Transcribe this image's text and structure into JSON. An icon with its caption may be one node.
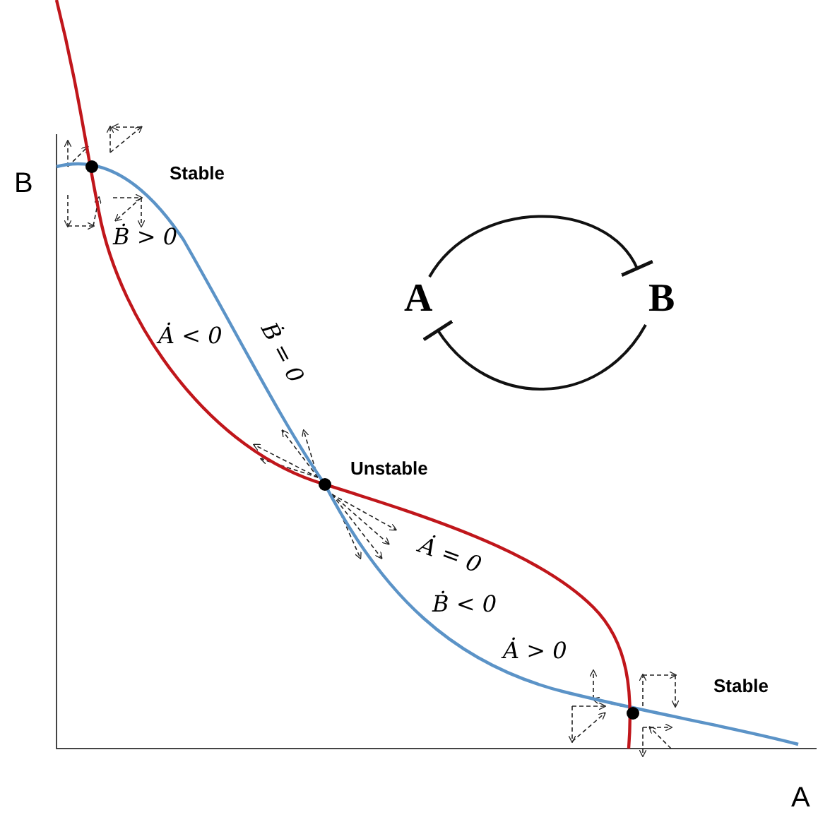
{
  "diagram": {
    "nodes": [
      {
        "text": [
          "A"
        ]
      },
      {
        "text": [
          "B"
        ]
      }
    ],
    "edges": [
      {
        "from": 0,
        "to": 1,
        "arrow": "other"
      },
      {
        "from": 1,
        "to": 0,
        "arrow": "other"
      }
    ],
    "labels": [
      "B",
      "Stable",
      "Ḃ > 0",
      "Ȧ < 0",
      "Ḃ = 0",
      "Unstable",
      "Ȧ = 0",
      "Ḃ < 0",
      "Ȧ > 0",
      "Stable",
      "A"
    ]
  }
}
